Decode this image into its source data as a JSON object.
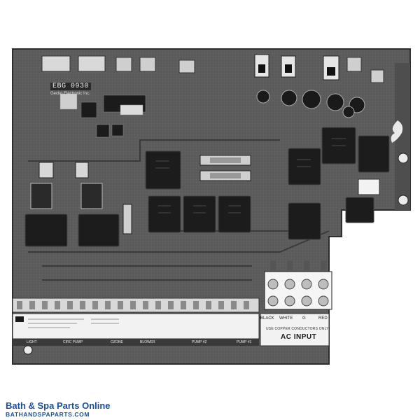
{
  "product": {
    "part_number": "EBG 0930",
    "manufacturer": "Gecko Electronic Inc."
  },
  "terminal_block": {
    "wire_labels": [
      "BLACK",
      "WHITE",
      "G",
      "RED"
    ],
    "copper_note": "USE COPPER CONDUCTORS ONLY",
    "title": "AC INPUT"
  },
  "output_labels": [
    "LIGHT",
    "CIRC PUMP",
    "OZONE",
    "BLOWER",
    "PUMP #2",
    "PUMP #1"
  ],
  "footer": {
    "brand": "Bath & Spa Parts Online",
    "url": "BATHANDSPAPARTS.COM"
  },
  "colors": {
    "board": "#5a5a5a",
    "relay": "#1c1c1c",
    "brand_blue": "#1a4fa0"
  }
}
